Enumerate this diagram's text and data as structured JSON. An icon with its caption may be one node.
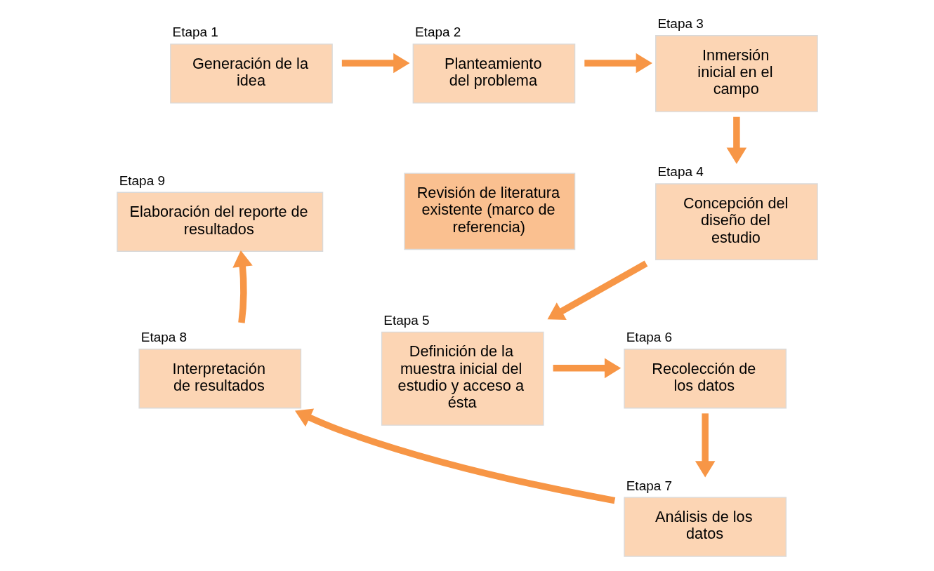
{
  "diagram": {
    "nodes": [
      {
        "text": [
          "Generación de la idea"
        ],
        "beside": [
          "Etapa 1"
        ]
      },
      {
        "text": [
          "Planteamiento del problema"
        ],
        "beside": [
          "Etapa 2"
        ]
      },
      {
        "text": [
          "Inmersión inicial en el campo"
        ],
        "beside": [
          "Etapa 3"
        ]
      },
      {
        "text": [
          "Concepción del diseño del estudio"
        ],
        "beside": [
          "Etapa 4"
        ]
      },
      {
        "text": [
          "Definición de la muestra inicial del estudio y acceso a ésta"
        ],
        "beside": [
          "Etapa 5"
        ]
      },
      {
        "text": [
          "Recolección de los datos"
        ],
        "beside": [
          "Etapa 6"
        ]
      },
      {
        "text": [
          "Análisis de los datos"
        ],
        "beside": [
          "Etapa 7"
        ]
      },
      {
        "text": [
          "Interpretación de resultados"
        ],
        "beside": [
          "Etapa 8"
        ]
      },
      {
        "text": [
          "Elaboración del reporte de resultados"
        ],
        "beside": [
          "Etapa 9"
        ]
      },
      {
        "text": [
          "Revisión de literatura existente (marco de referencia)"
        ]
      }
    ],
    "edges": [
      {
        "from": 0,
        "to": 1,
        "arrow": "to"
      },
      {
        "from": 1,
        "to": 2,
        "arrow": "to"
      },
      {
        "from": 2,
        "to": 3,
        "arrow": "to"
      },
      {
        "from": 3,
        "to": 4,
        "arrow": "to"
      },
      {
        "from": 4,
        "to": 5,
        "arrow": "to"
      },
      {
        "from": 5,
        "to": 6,
        "arrow": "to"
      },
      {
        "from": 6,
        "to": 7,
        "arrow": "to"
      },
      {
        "from": 7,
        "to": 8,
        "arrow": "to"
      }
    ]
  }
}
